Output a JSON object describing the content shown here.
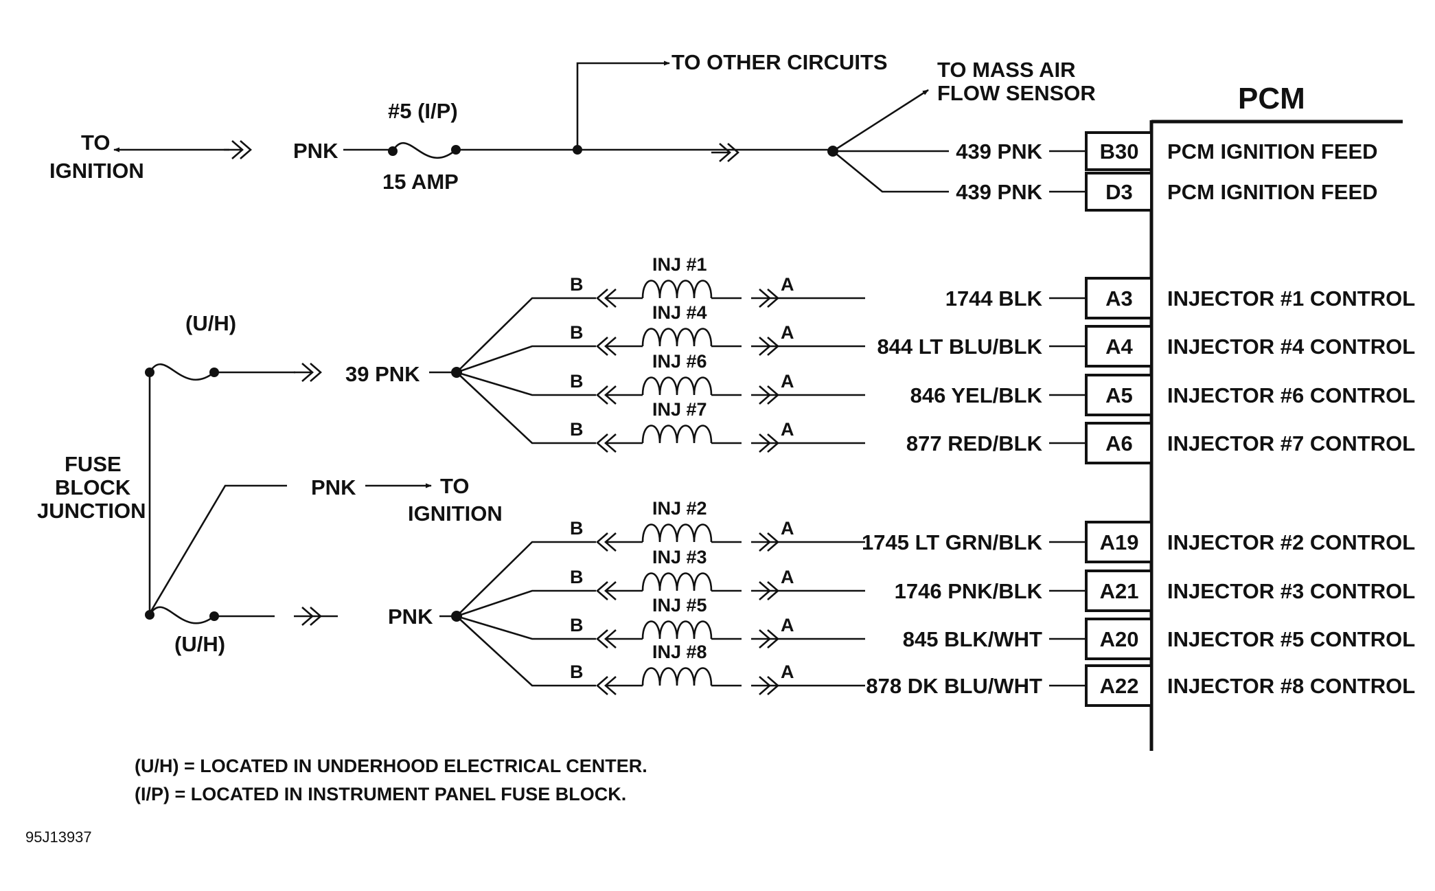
{
  "pcm": {
    "title": "PCM"
  },
  "fuse_top": {
    "name": "#5 (I/P)",
    "rating": "15 AMP"
  },
  "labels": {
    "to_ignition_top": [
      "TO",
      "IGNITION"
    ],
    "pnk_top": "PNK",
    "to_other_circuits": "TO OTHER CIRCUITS",
    "to_maf": [
      "TO MASS AIR",
      "FLOW SENSOR"
    ],
    "uh_top": "(U/H)",
    "uh_bottom": "(U/H)",
    "fuse_block": [
      "FUSE",
      "BLOCK",
      "JUNCTION"
    ],
    "pnk_39": "39 PNK",
    "pnk_mid": "PNK",
    "to_ignition_mid": [
      "TO",
      "IGNITION"
    ],
    "pnk_bottom": "PNK",
    "pin_b": "B",
    "pin_a": "A"
  },
  "feeds": [
    {
      "wire": "439 PNK",
      "pin": "B30",
      "function": "PCM IGNITION FEED"
    },
    {
      "wire": "439 PNK",
      "pin": "D3",
      "function": "PCM IGNITION FEED"
    }
  ],
  "injectors": [
    {
      "name": "INJ #1",
      "wire": "1744 BLK",
      "pin": "A3",
      "function": "INJECTOR #1 CONTROL"
    },
    {
      "name": "INJ #4",
      "wire": "844 LT BLU/BLK",
      "pin": "A4",
      "function": "INJECTOR #4 CONTROL"
    },
    {
      "name": "INJ #6",
      "wire": "846 YEL/BLK",
      "pin": "A5",
      "function": "INJECTOR #6 CONTROL"
    },
    {
      "name": "INJ #7",
      "wire": "877 RED/BLK",
      "pin": "A6",
      "function": "INJECTOR #7 CONTROL"
    },
    {
      "name": "INJ #2",
      "wire": "1745 LT GRN/BLK",
      "pin": "A19",
      "function": "INJECTOR #2 CONTROL"
    },
    {
      "name": "INJ #3",
      "wire": "1746 PNK/BLK",
      "pin": "A21",
      "function": "INJECTOR #3 CONTROL"
    },
    {
      "name": "INJ #5",
      "wire": "845 BLK/WHT",
      "pin": "A20",
      "function": "INJECTOR #5 CONTROL"
    },
    {
      "name": "INJ #8",
      "wire": "878 DK BLU/WHT",
      "pin": "A22",
      "function": "INJECTOR #8 CONTROL"
    }
  ],
  "legend": [
    "(U/H) = LOCATED IN UNDERHOOD ELECTRICAL CENTER.",
    "(I/P) = LOCATED IN INSTRUMENT PANEL FUSE BLOCK."
  ],
  "figure_code": "95J13937"
}
